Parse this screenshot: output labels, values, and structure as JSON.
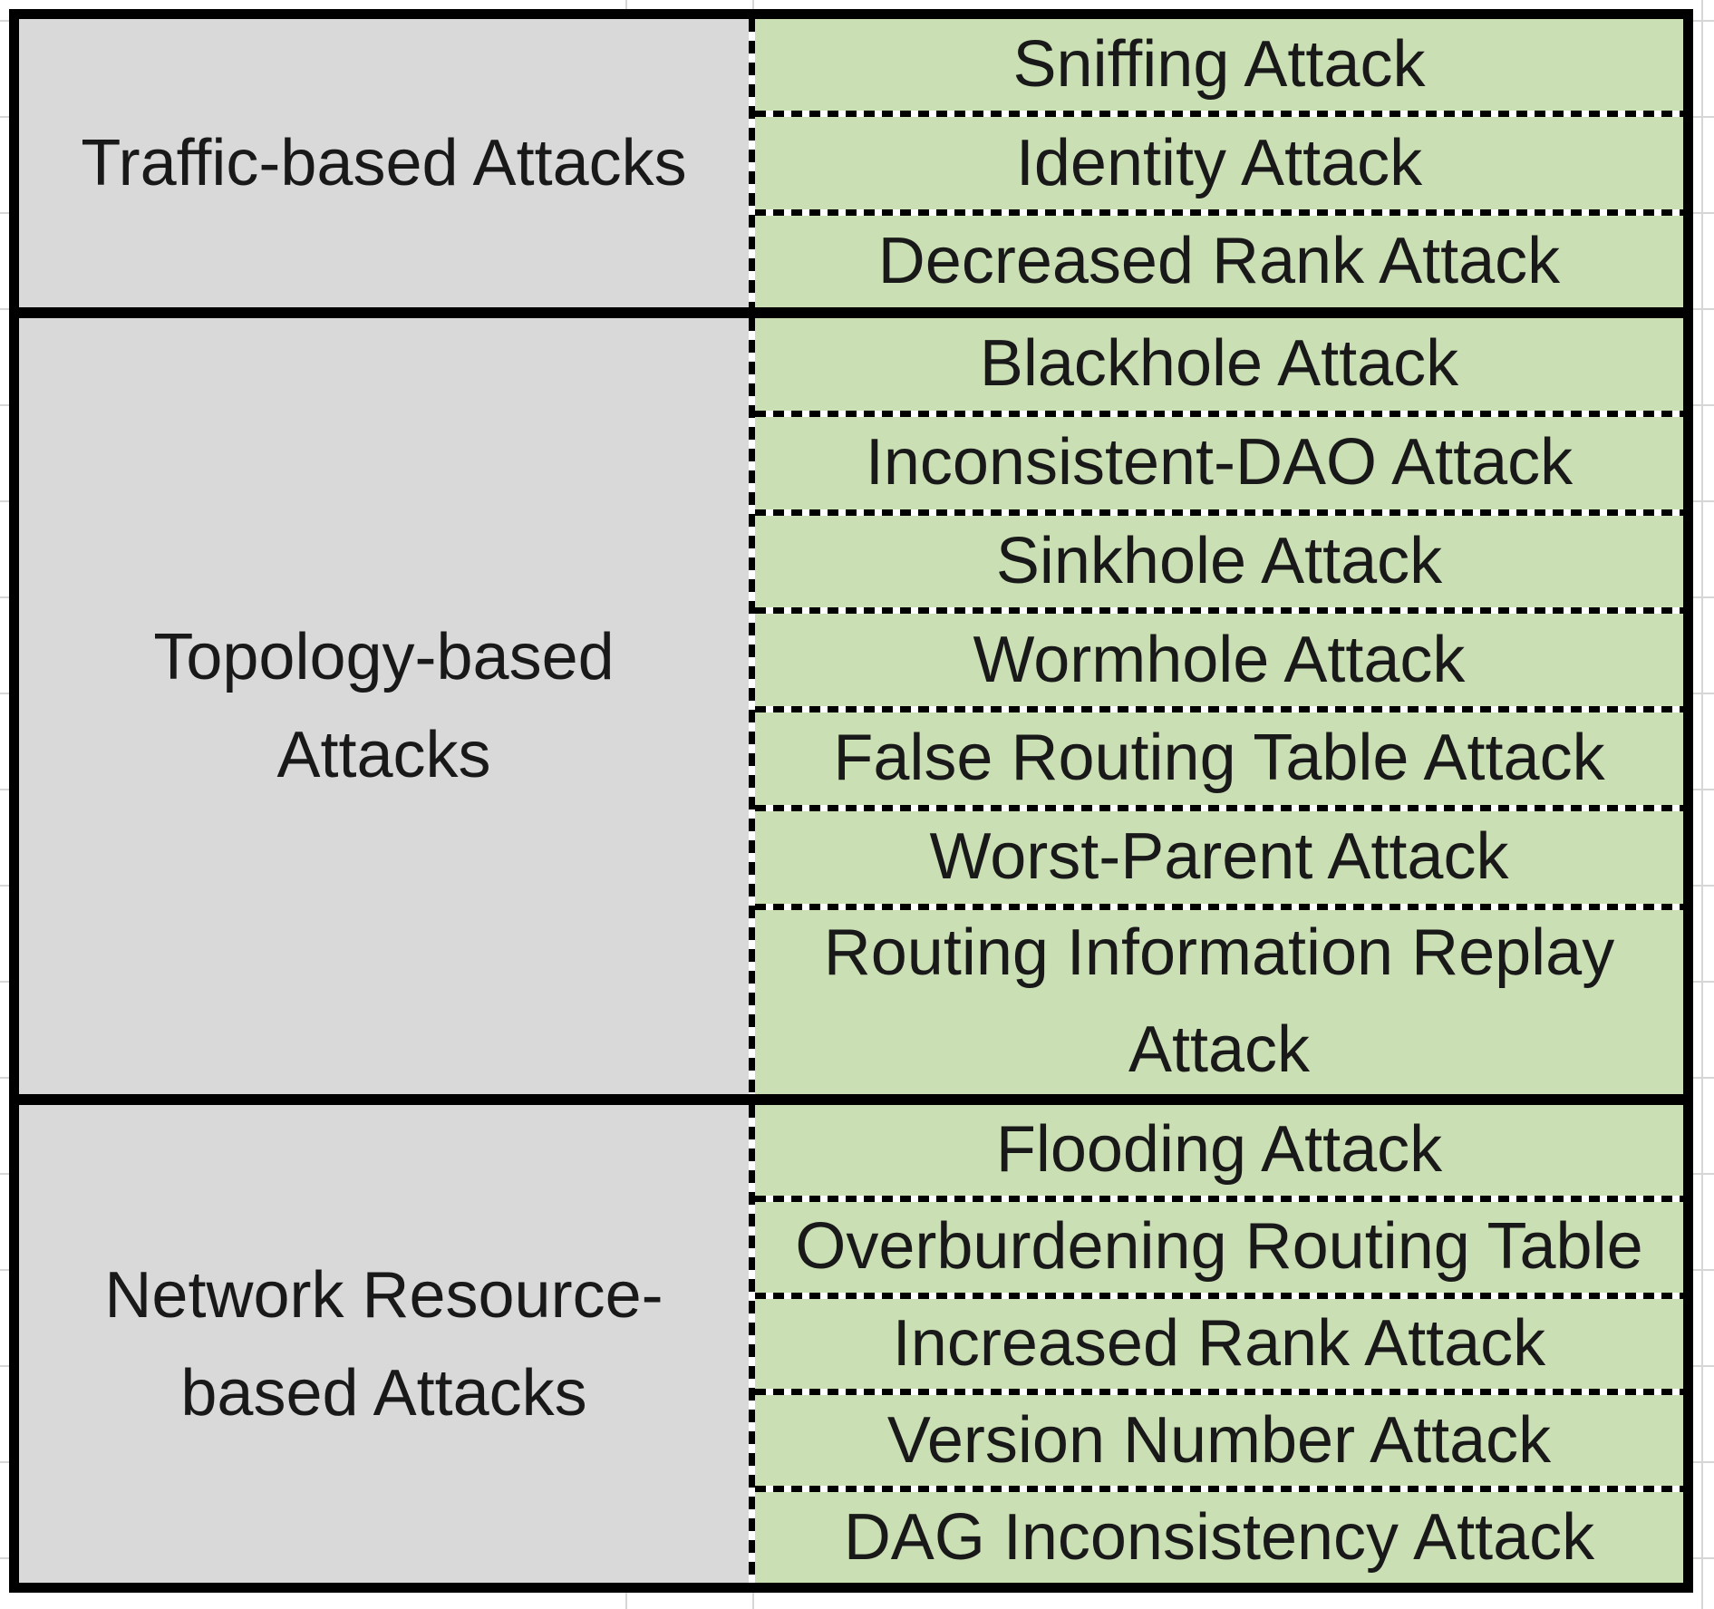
{
  "table": {
    "sections": [
      {
        "category": "Traffic-based Attacks",
        "attacks": [
          "Sniffing Attack",
          "Identity Attack",
          "Decreased Rank Attack"
        ]
      },
      {
        "category": "Topology-based Attacks",
        "attacks": [
          "Blackhole Attack",
          "Inconsistent-DAO Attack",
          "Sinkhole Attack",
          "Wormhole Attack",
          "False Routing Table Attack",
          "Worst-Parent Attack",
          "Routing Information Replay Attack"
        ]
      },
      {
        "category": "Network Resource-based Attacks",
        "attacks": [
          "Flooding Attack",
          "Overburdening Routing Table",
          "Increased Rank Attack",
          "Version Number Attack",
          "DAG Inconsistency Attack"
        ]
      }
    ],
    "colors": {
      "category_bg": "#d9d9d9",
      "attack_bg": "#cbdfb4",
      "border": "#000000",
      "text": "#191919",
      "gridline": "#d6d6d6",
      "page_bg": "#ffffff"
    }
  }
}
